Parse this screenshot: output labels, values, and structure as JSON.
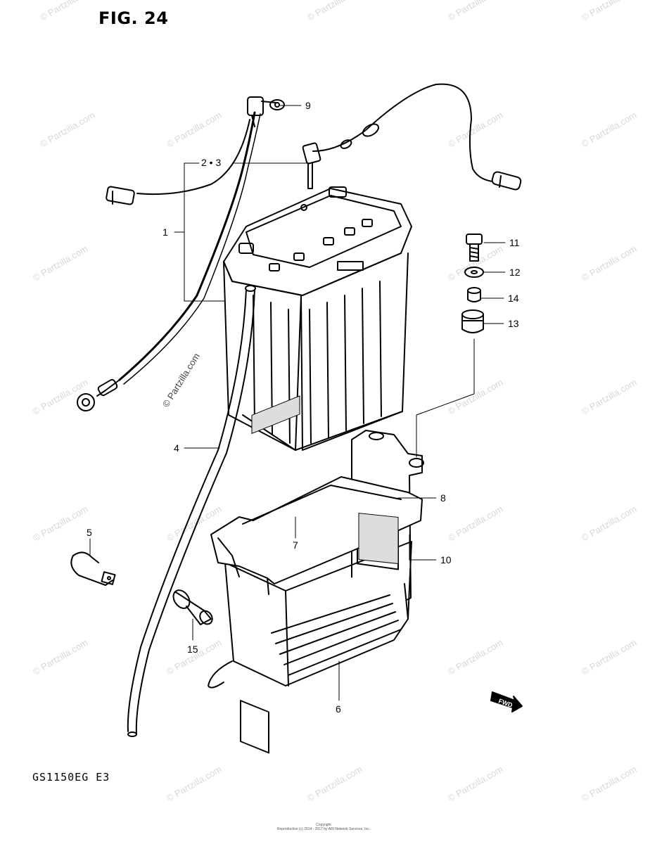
{
  "figure": {
    "title": "FIG. 24",
    "model_code": "GS1150EG E3"
  },
  "callouts": [
    "9",
    "2 • 3",
    "1",
    "11",
    "12",
    "14",
    "13",
    "4",
    "8",
    "7",
    "5",
    "10",
    "15",
    "6"
  ],
  "fwd_label": "FWD",
  "watermark": "© Partzilla.com",
  "footer": [
    "Copyright",
    "Reproduction (c) 2014 - 2017 by ARI Network Services, Inc."
  ]
}
